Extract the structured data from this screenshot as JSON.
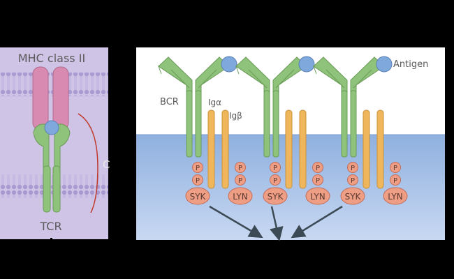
{
  "left_panel": {
    "title": "MHC class II",
    "receptor_label": "TCR",
    "partial_letter": "C"
  },
  "right_panel": {
    "bcr_label": "BCR",
    "iga_label": "Igα",
    "igb_label": "Igβ",
    "antigen_label": "Antigen",
    "p_label": "P",
    "syk_label": "SYK",
    "lyn_label": "LYN"
  },
  "colors": {
    "membrane_purple": "#c4b6e0",
    "lipid_head": "#a99bd2",
    "green": "#8fc27a",
    "pink": "#d98ab0",
    "orange": "#efb65c",
    "antigen_blue": "#7fa8dc",
    "cytoplasm_blue": "#b4c8ea",
    "salmon": "#ef9e86",
    "arrow_red": "#c0392b"
  }
}
